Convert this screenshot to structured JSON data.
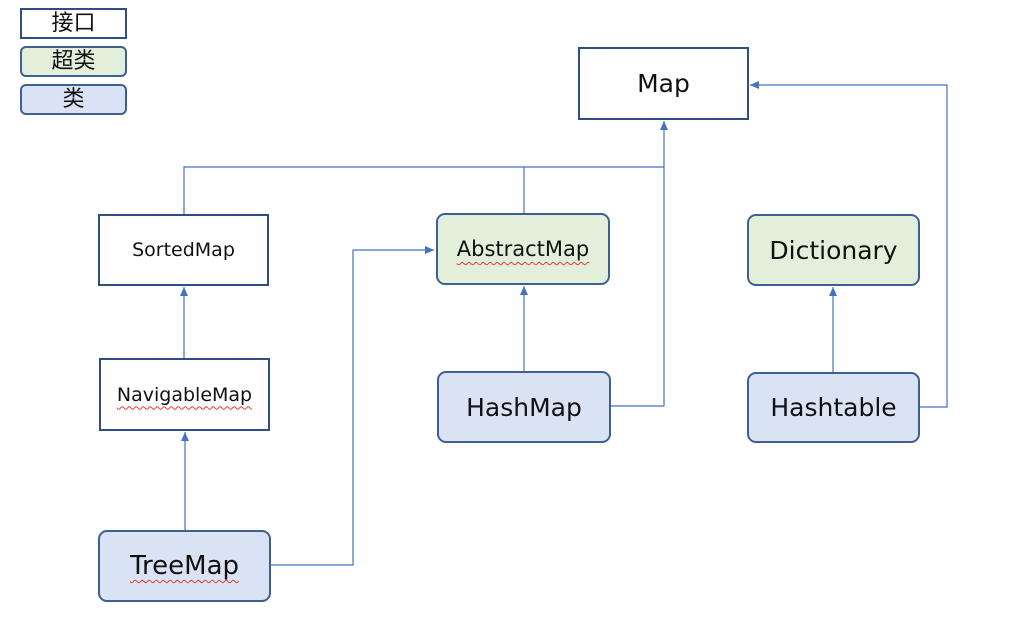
{
  "legend": {
    "interface": "接口",
    "superclass": "超类",
    "class": "类"
  },
  "nodes": {
    "map": "Map",
    "sorted_map": "SortedMap",
    "abstract_map": "AbstractMap",
    "dictionary": "Dictionary",
    "navigable_map": "NavigableMap",
    "hash_map": "HashMap",
    "hashtable": "Hashtable",
    "tree_map": "TreeMap"
  },
  "colors": {
    "interface_fill": "#ffffff",
    "superclass_fill": "#e2efda",
    "class_fill": "#dae3f3",
    "border": "#2f4e86",
    "connector": "#4472c4"
  }
}
